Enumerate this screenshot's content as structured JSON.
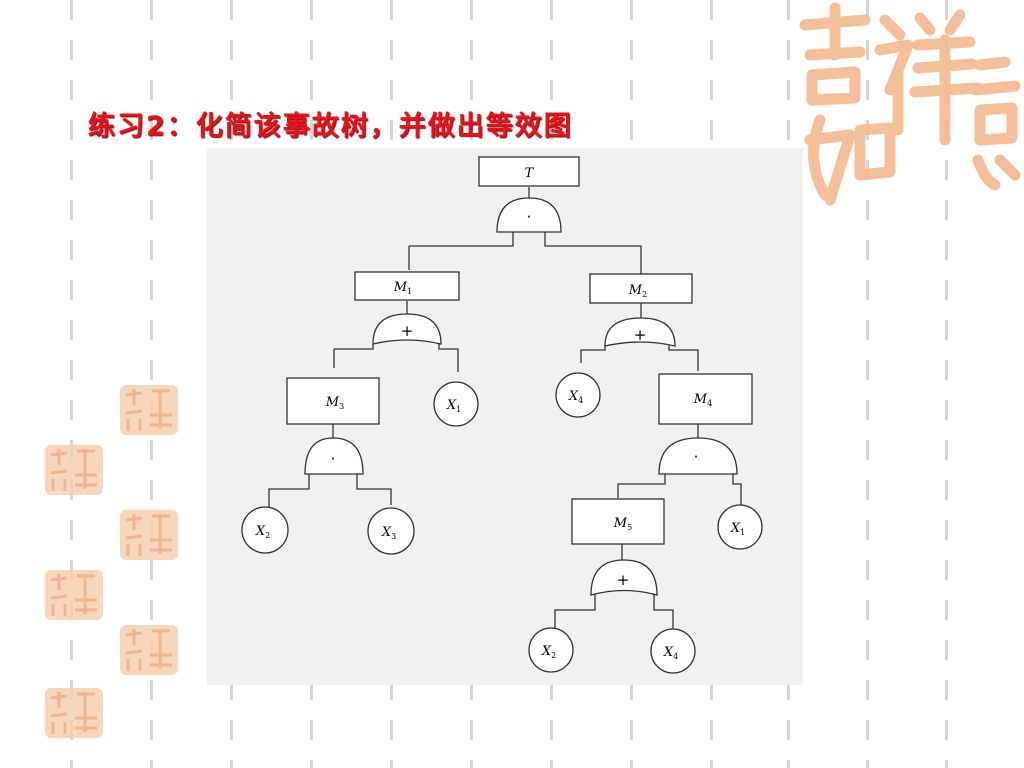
{
  "slide": {
    "title": "练习2：化简该事故树，并做出等效图"
  },
  "fault_tree": {
    "top_event": "T",
    "nodes": {
      "T": {
        "label": "T",
        "sub": ""
      },
      "M1": {
        "label": "M",
        "sub": "1"
      },
      "M2": {
        "label": "M",
        "sub": "2"
      },
      "M3": {
        "label": "M",
        "sub": "3"
      },
      "M4": {
        "label": "M",
        "sub": "4"
      },
      "M5": {
        "label": "M",
        "sub": "5"
      },
      "X1a": {
        "label": "X",
        "sub": "1"
      },
      "X4a": {
        "label": "X",
        "sub": "4"
      },
      "X2a": {
        "label": "X",
        "sub": "2"
      },
      "X3a": {
        "label": "X",
        "sub": "3"
      },
      "X1b": {
        "label": "X",
        "sub": "1"
      },
      "X2b": {
        "label": "X",
        "sub": "2"
      },
      "X4b": {
        "label": "X",
        "sub": "4"
      }
    },
    "gates": {
      "gT": {
        "symbol": "·",
        "type": "AND"
      },
      "gM1": {
        "symbol": "+",
        "type": "OR"
      },
      "gM2": {
        "symbol": "+",
        "type": "OR"
      },
      "gM3": {
        "symbol": "·",
        "type": "AND"
      },
      "gM4": {
        "symbol": "·",
        "type": "AND"
      },
      "gM5": {
        "symbol": "+",
        "type": "OR"
      }
    }
  },
  "decor": {
    "seal_color": "#f2b88c",
    "seal_text": "吉祥如意"
  }
}
